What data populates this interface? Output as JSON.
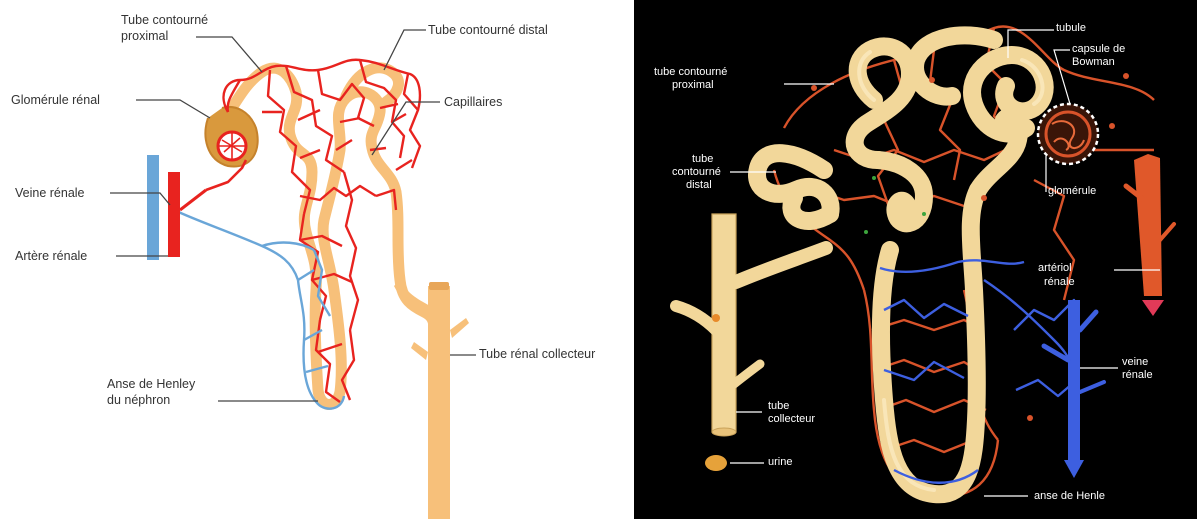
{
  "left_diagram": {
    "labels": {
      "tube_proximal_line1": "Tube contourné",
      "tube_proximal_line2": "proximal",
      "tube_distal": "Tube contourné distal",
      "glomerule": "Glomérule rénal",
      "capillaires": "Capillaires",
      "veine": "Veine rénale",
      "artere": "Artère rénale",
      "collecteur": "Tube rénal collecteur",
      "anse_line1": "Anse de Henley",
      "anse_line2": "du néphron"
    },
    "colors": {
      "tube": "#f7c07a",
      "artery": "#e8231f",
      "vein": "#6aa6d8",
      "glomerule_capsule": "#d9993d"
    }
  },
  "right_diagram": {
    "labels": {
      "tubule": "tubule",
      "capsule_line1": "capsule de",
      "capsule_line2": "Bowman",
      "proximal_line1": "tube contourné",
      "proximal_line2": "proximal",
      "distal_line1": "tube",
      "distal_line2": "contourné",
      "distal_line3": "distal",
      "glomerule": "glomérule",
      "arteriole_line1": "artériol",
      "arteriole_line2": "rénale",
      "veine_line1": "veine",
      "veine_line2": "rénale",
      "collecteur_line1": "tube",
      "collecteur_line2": "collecteur",
      "urine": "urine",
      "anse": "anse de Henle"
    },
    "colors": {
      "background": "#000000",
      "tube": "#f2d79a",
      "capillary": "#d8532a",
      "vein": "#3d5fe0",
      "urine": "#e6a23a"
    }
  }
}
